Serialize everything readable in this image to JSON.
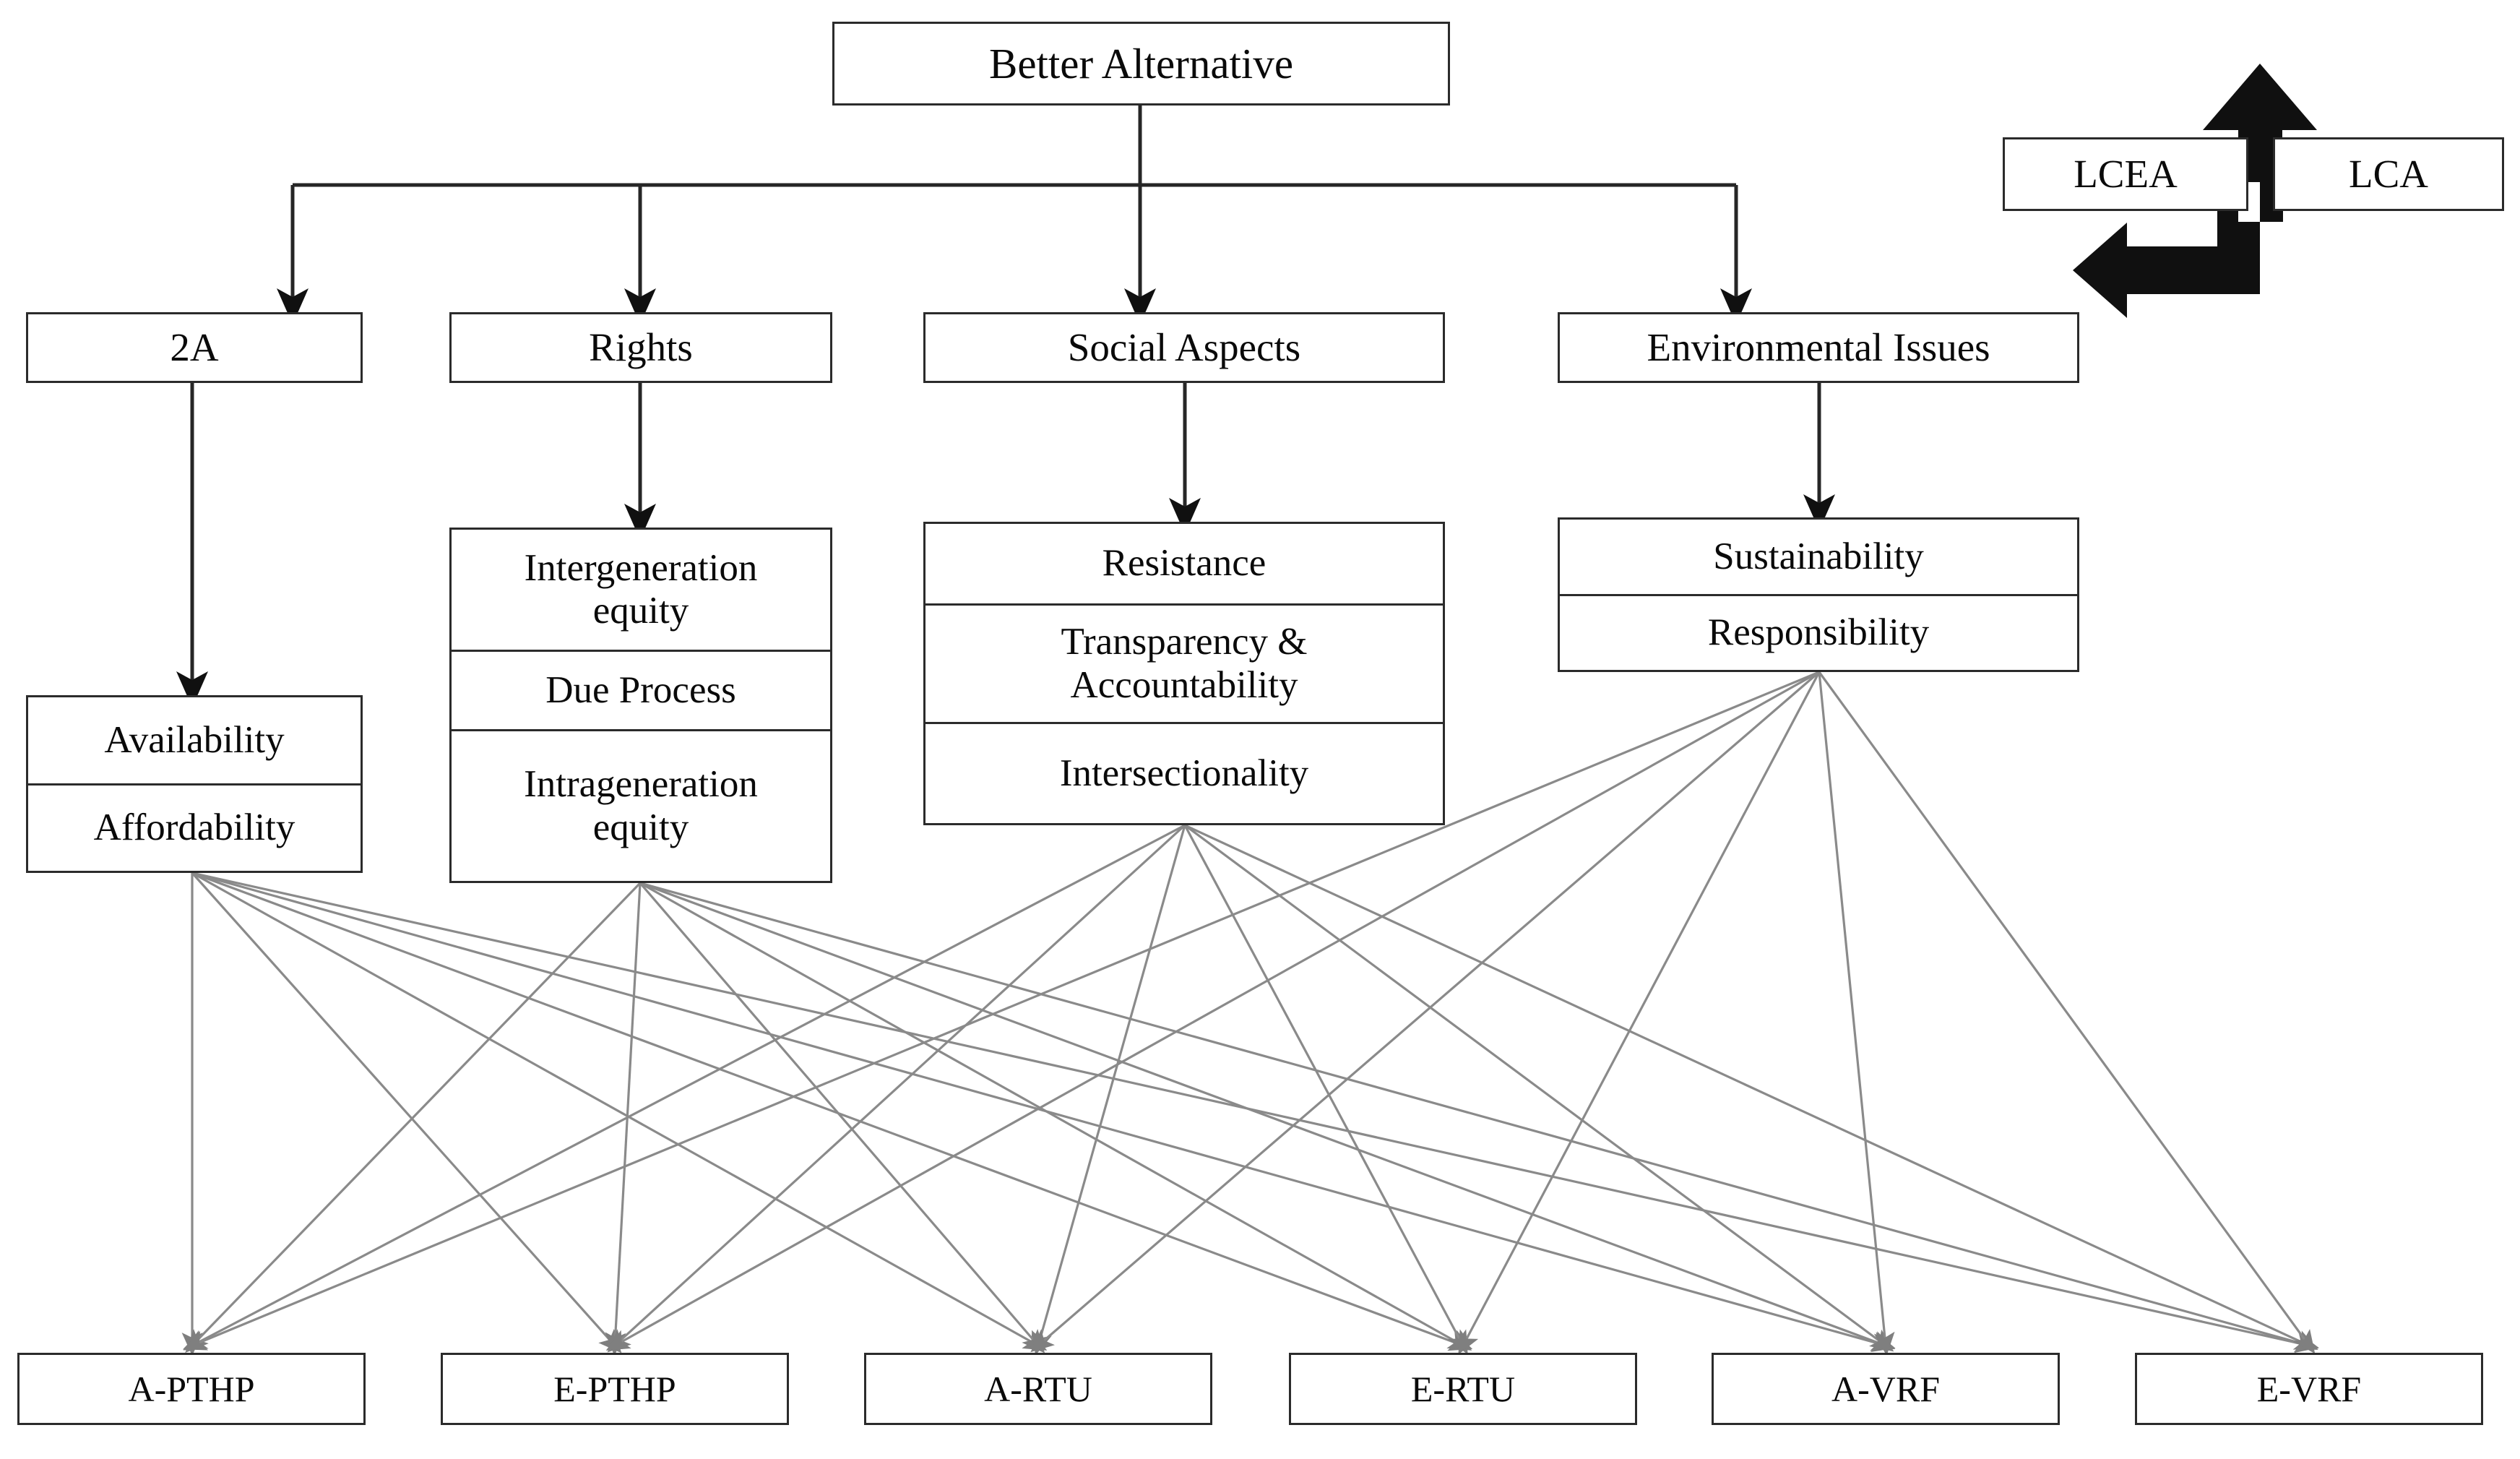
{
  "diagram": {
    "title_node": {
      "label": "Better Alternative"
    },
    "side_nodes": [
      {
        "id": "lcea",
        "label": "LCEA"
      },
      {
        "id": "lca",
        "label": "LCA"
      }
    ],
    "side_arrow": {
      "name": "bent-arrow-up-left",
      "description": "Bent double-headed arrow pointing up and left"
    },
    "level2_nodes": [
      {
        "id": "2a",
        "label": "2A"
      },
      {
        "id": "rights",
        "label": "Rights"
      },
      {
        "id": "social",
        "label": "Social Aspects"
      },
      {
        "id": "environmental",
        "label": "Environmental Issues"
      }
    ],
    "cluster_nodes": [
      {
        "id": "availability-cluster",
        "parent": "2a",
        "cells": [
          "Availability",
          "Affordability"
        ]
      },
      {
        "id": "rights-cluster",
        "parent": "rights",
        "cells": [
          "Intergeneration\nequity",
          "Due Process",
          "Intrageneration\nequity"
        ]
      },
      {
        "id": "social-cluster",
        "parent": "social",
        "cells": [
          "Resistance",
          "Transparency &\nAccountability",
          "Intersectionality"
        ]
      },
      {
        "id": "environmental-cluster",
        "parent": "environmental",
        "cells": [
          "Sustainability",
          "Responsibility"
        ]
      }
    ],
    "leaf_nodes": [
      {
        "id": "a-pthp",
        "label": "A-PTHP"
      },
      {
        "id": "e-pthp",
        "label": "E-PTHP"
      },
      {
        "id": "a-rtu",
        "label": "A-RTU"
      },
      {
        "id": "e-rtu",
        "label": "E-RTU"
      },
      {
        "id": "a-vrf",
        "label": "A-VRF"
      },
      {
        "id": "e-vrf",
        "label": "E-VRF"
      }
    ],
    "edges": {
      "hierarchy": [
        {
          "from": "title",
          "to": "2a"
        },
        {
          "from": "title",
          "to": "rights"
        },
        {
          "from": "title",
          "to": "social"
        },
        {
          "from": "title",
          "to": "environmental"
        },
        {
          "from": "2a",
          "to": "availability-cluster"
        },
        {
          "from": "rights",
          "to": "rights-cluster"
        },
        {
          "from": "social",
          "to": "social-cluster"
        },
        {
          "from": "environmental",
          "to": "environmental-cluster"
        }
      ],
      "cross_links_note": "Each of the four clusters connects to all six leaf alternatives",
      "cross_sources": [
        "availability-cluster",
        "rights-cluster",
        "social-cluster",
        "environmental-cluster"
      ],
      "cross_targets": [
        "a-pthp",
        "e-pthp",
        "a-rtu",
        "e-rtu",
        "a-vrf",
        "e-vrf"
      ]
    },
    "colors": {
      "box_border": "#2b2b2b",
      "hierarchy_line": "#262626",
      "cross_link_line": "#8a8a8a",
      "arrow_solid": "#101010",
      "background": "#ffffff",
      "text": "#0a0a0a"
    }
  }
}
